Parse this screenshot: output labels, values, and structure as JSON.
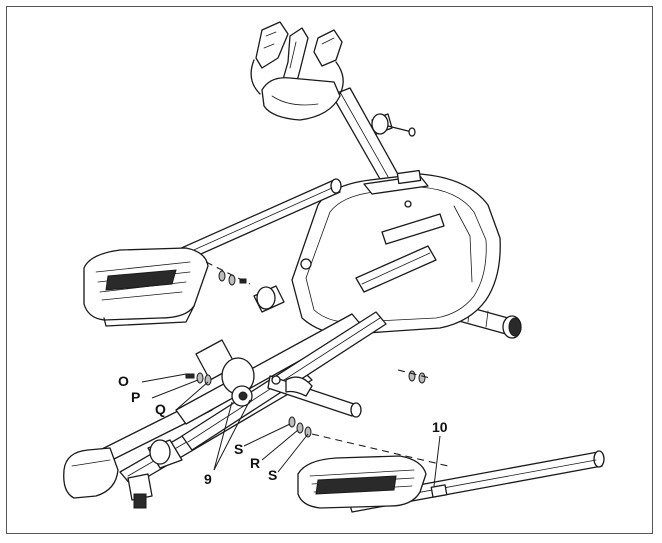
{
  "callouts": {
    "O": "O",
    "P": "P",
    "Q": "Q",
    "nine": "9",
    "S1": "S",
    "R": "R",
    "S2": "S",
    "ten": "10"
  },
  "colors": {
    "line": "#1a1a1a",
    "frame": "#555555",
    "background": "#ffffff"
  }
}
